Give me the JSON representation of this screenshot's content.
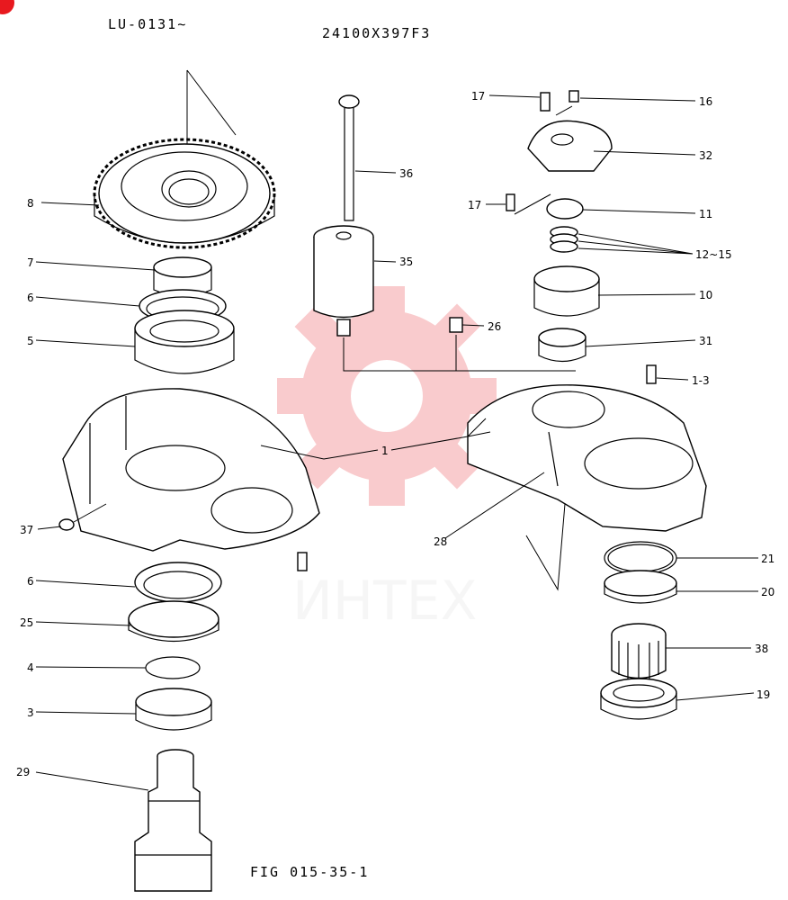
{
  "header": {
    "serial": "LU-0131∼",
    "part_number": "24100X397F3"
  },
  "footer": {
    "figure": "FIG 015-35-1"
  },
  "watermark": {
    "text": "ИНТЕХ",
    "color": "#e8191f"
  },
  "labels": {
    "p8": "8",
    "p7": "7",
    "p6a": "6",
    "p5": "5",
    "p37": "37",
    "p6b": "6",
    "p25": "25",
    "p4": "4",
    "p3": "3",
    "p29": "29",
    "p36": "36",
    "p35": "35",
    "p26": "26",
    "p1": "1",
    "p28": "28",
    "p17a": "17",
    "p16": "16",
    "p32": "32",
    "p17b": "17",
    "p11": "11",
    "p12_15": "12~15",
    "p10": "10",
    "p31": "31",
    "p1_3": "1-3",
    "p21": "21",
    "p20": "20",
    "p38": "38",
    "p19": "19"
  }
}
